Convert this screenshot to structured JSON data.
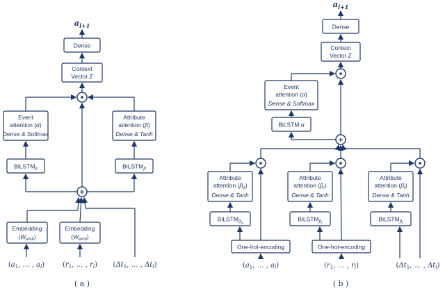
{
  "a": {
    "caption": "( a )",
    "output": "a_l+1",
    "dense": "Dense",
    "context": [
      "Context",
      "Vector Σ"
    ],
    "event_attention": [
      "Event",
      "attention (α)",
      "Dense & Softmax"
    ],
    "attribute_attention": [
      "Attribute",
      "attention (β)",
      "Dense & Tanh"
    ],
    "bilstm_left": "BiLSTM_α",
    "bilstm_right": "BiLSTM_β",
    "embedding1": [
      "Embedding",
      "(W_emb)"
    ],
    "embedding2": [
      "Embedding",
      "(W_emb)"
    ],
    "inputs": [
      "(a_1, …, a_l)",
      "(r_1, …, r_l)",
      "(Δt_1, …, Δt_l)"
    ],
    "ops": [
      "⊙",
      "+"
    ]
  },
  "b": {
    "caption": "( b )",
    "output": "a_l+1",
    "dense": "Dense",
    "context": [
      "Context",
      "Vector Σ"
    ],
    "event_attention": [
      "Event",
      "attention (α)",
      "Dense & Softmax"
    ],
    "bilstm_alpha": "BiLSTM α",
    "attr_a": [
      "Attribute",
      "attention (β_a)",
      "Dense & Tanh"
    ],
    "attr_r": [
      "Attribute",
      "attention (β_r)",
      "Dense & Tanh"
    ],
    "attr_t": [
      "Attribute",
      "attention (β_t)",
      "Dense & Tanh"
    ],
    "bilstm_a": "BiLSTM_β_a",
    "bilstm_r": "BiLSTM_β_r",
    "bilstm_t": "BiLSTM_β_t",
    "onehot1": "One-hot-encoding",
    "onehot2": "One-hot-encoding",
    "inputs": [
      "(a_1, …, a_l)",
      "(r_1, …, r_l)",
      "(Δt_1, …, Δt_l)"
    ]
  }
}
